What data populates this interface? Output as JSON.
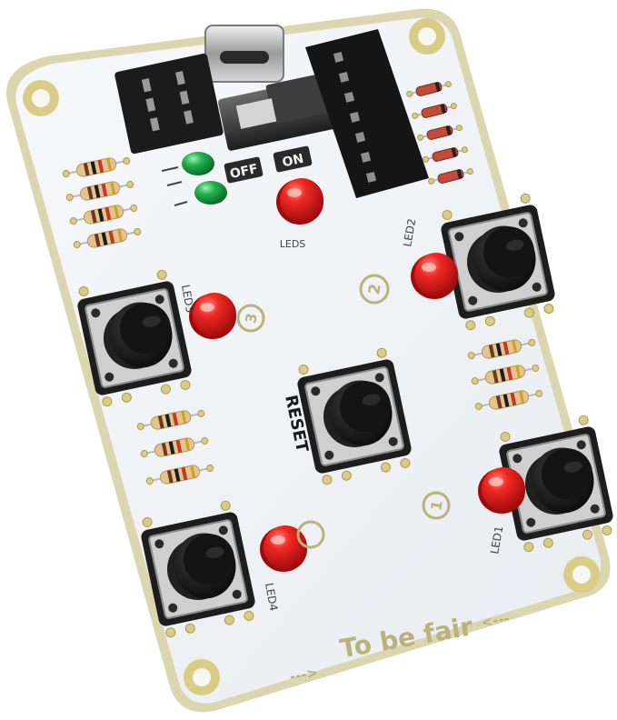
{
  "board": {
    "switch_off": "OFF",
    "switch_on": "ON",
    "label_leds": "LEDS",
    "label_led1": "LED1",
    "label_led2": "LED2",
    "label_led3": "LED3",
    "label_led4": "LED4",
    "label_reset": "RESET",
    "player_1": "1",
    "player_2": "2",
    "player_3": "3",
    "slogan": "To be fair",
    "arrow_left": "--->",
    "arrow_right": "<---"
  },
  "colors": {
    "board_white": "#f2f4f6",
    "board_edge": "#dcd6b0",
    "gold_pad": "#d8cc86",
    "led_red": "#e0191c",
    "led_green": "#1fa54a",
    "button_black": "#1c1c1c",
    "silk_gold": "#b9b27c"
  }
}
